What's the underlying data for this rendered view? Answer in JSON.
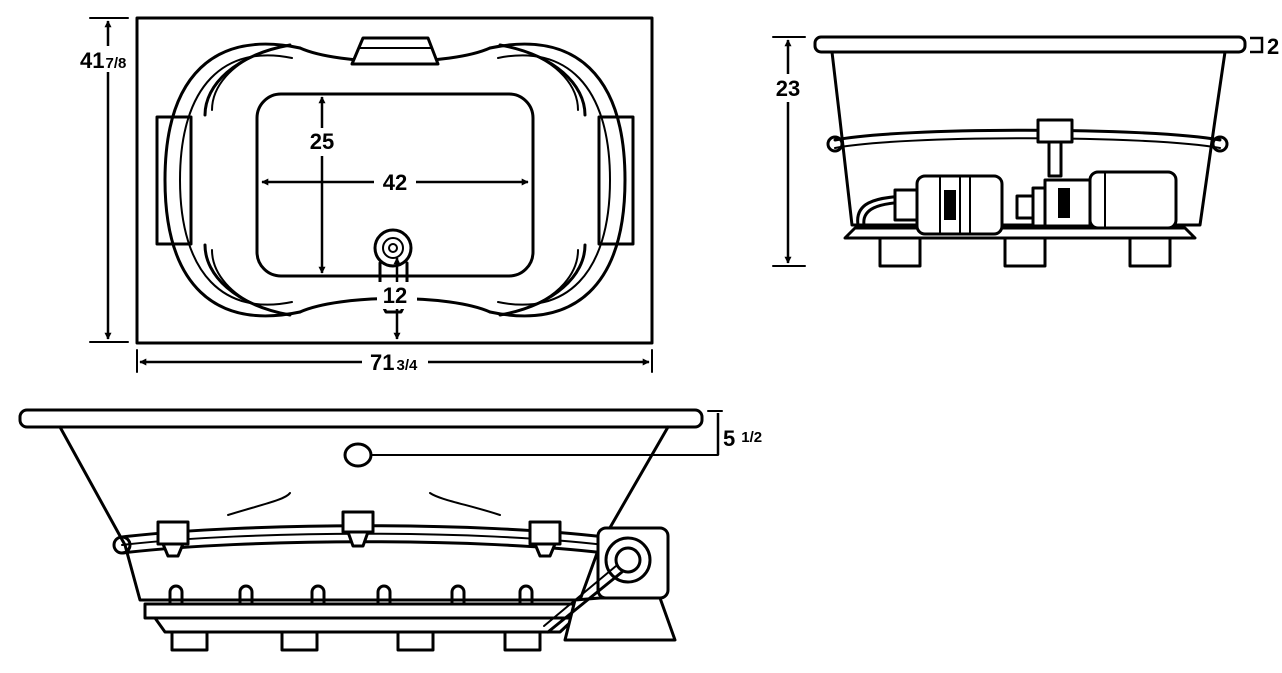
{
  "dimensions": {
    "width_whole": "71",
    "width_fraction": "3/4",
    "depth_whole": "41",
    "depth_fraction": "7/8",
    "basin_width": "42",
    "basin_length": "25",
    "drain_offset": "12",
    "height": "23",
    "rim_thickness": "2",
    "drain_height_whole": "5",
    "drain_height_fraction": "1/2"
  },
  "colors": {
    "line": "#000000",
    "background": "#ffffff"
  }
}
